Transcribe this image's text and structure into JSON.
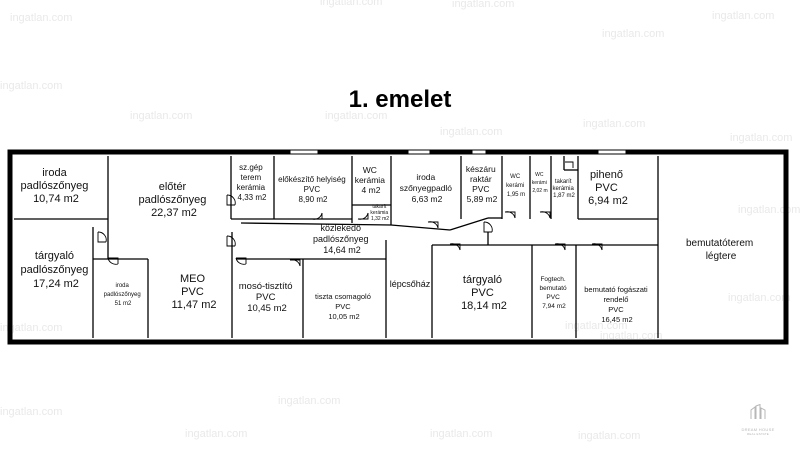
{
  "title": "1. emelet",
  "watermark": "ingatlan.com",
  "logo": {
    "brand": "DREAM HOUSE",
    "sub": "REAL ESTATE"
  },
  "rooms": {
    "iroda1": {
      "l1": "iroda",
      "l2": "padlószőnyeg",
      "l3": "10,74 m2"
    },
    "eloter": {
      "l1": "előtér",
      "l2": "padlószőnyeg",
      "l3": "22,37 m2"
    },
    "szgep": {
      "l1": "sz.gép",
      "l2": "terem",
      "l3": "kerámia",
      "l4": "4,33 m2"
    },
    "elokeszito": {
      "l1": "előkészítő helyiség",
      "l2": "PVC",
      "l3": "8,90 m2"
    },
    "wc1": {
      "l1": "WC",
      "l2": "kerámia",
      "l3": "4 m2"
    },
    "takarito1": {
      "l1": "takarít",
      "l2": "kerámia",
      "l3": "1,32 m2"
    },
    "iroda2": {
      "l1": "iroda",
      "l2": "szőnyegpadló",
      "l3": "6,63 m2"
    },
    "keszaru": {
      "l1": "készáru",
      "l2": "raktár",
      "l3": "PVC",
      "l4": "5,89 m2"
    },
    "wc2": {
      "l1": "WC",
      "l2": "kerámi",
      "l3": "1,95 m"
    },
    "wc3": {
      "l1": "WC",
      "l2": "kerámi",
      "l3": "2,02 m"
    },
    "takarito2": {
      "l1": "takarít",
      "l2": "kerámia",
      "l3": "1,87 m2"
    },
    "piheno": {
      "l1": "pihenő",
      "l2": "PVC",
      "l3": "6,94 m2"
    },
    "bemutatoterem": {
      "l1": "bemutatóterem",
      "l2": "légtere"
    },
    "kozlekedo": {
      "l1": "közlekedő",
      "l2": "padlószőnyeg",
      "l3": "14,64 m2"
    },
    "targyalo1": {
      "l1": "tárgyaló",
      "l2": "padlószőnyeg",
      "l3": "17,24 m2"
    },
    "iroda3": {
      "l1": "iroda",
      "l2": "padlószőnyeg",
      "l3": "51 m2"
    },
    "meo": {
      "l1": "MEO",
      "l2": "PVC",
      "l3": "11,47 m2"
    },
    "moso": {
      "l1": "mosó-tisztító",
      "l2": "PVC",
      "l3": "10,45 m2"
    },
    "csomagolo": {
      "l1": "tiszta csomagoló",
      "l2": "PVC",
      "l3": "10,05 m2"
    },
    "lepcsohaz": {
      "l1": "lépcsőház"
    },
    "targyalo2": {
      "l1": "tárgyaló",
      "l2": "PVC",
      "l3": "18,14 m2"
    },
    "fogtech": {
      "l1": "Fogtech.",
      "l2": "bemutató",
      "l3": "PVC",
      "l4": "7,94 m2"
    },
    "rendelo": {
      "l1": "bemutató fogászati",
      "l2": "rendelő",
      "l3": "PVC",
      "l4": "16,45 m2"
    }
  }
}
